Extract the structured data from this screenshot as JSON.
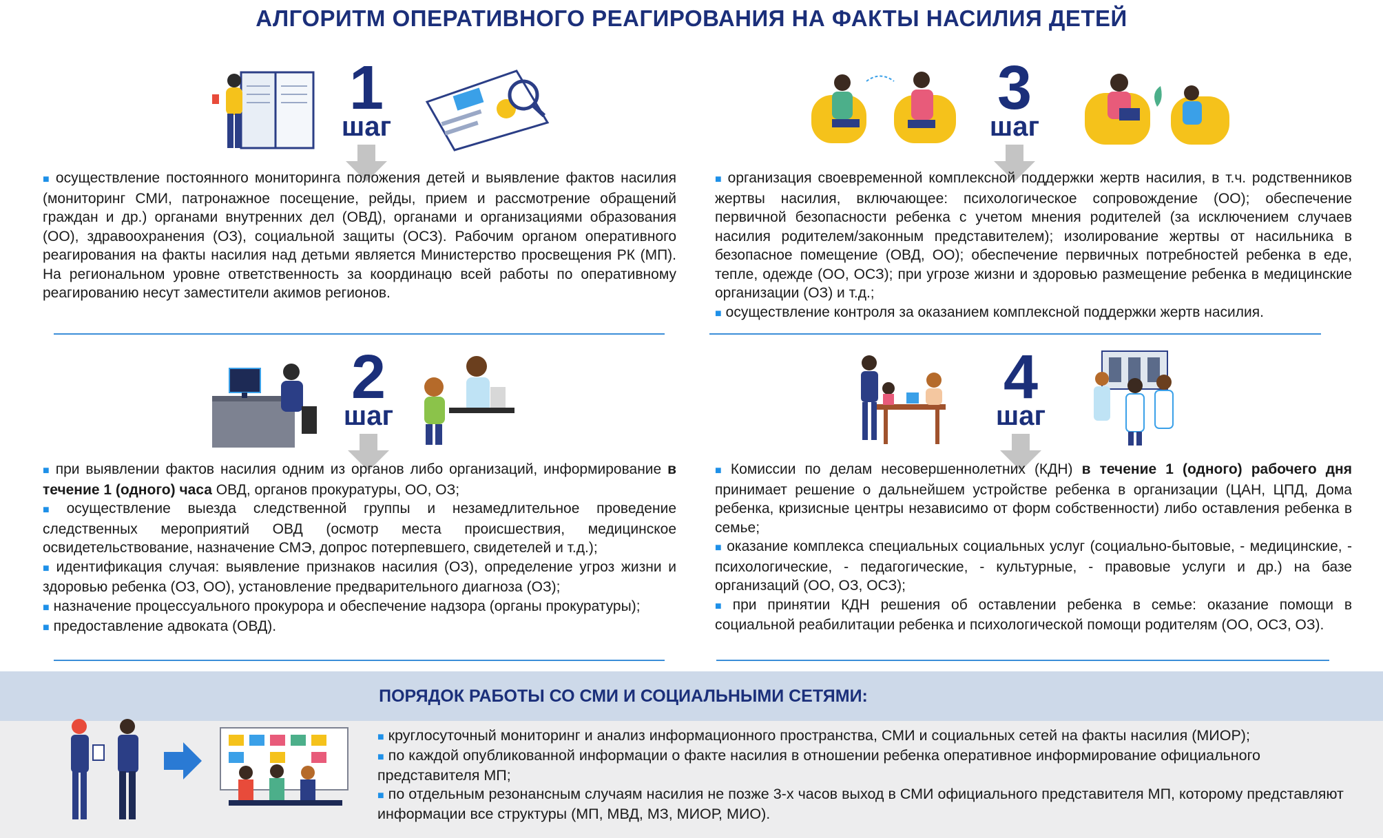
{
  "title": "АЛГОРИТМ ОПЕРАТИВНОГО РЕАГИРОВАНИЯ НА ФАКТЫ НАСИЛИЯ ДЕТЕЙ",
  "step_word": "шаг",
  "steps": [
    {
      "num": "1",
      "items": [
        "осуществление постоянного мониторинга положения детей и выявление фактов насилия (мониторинг СМИ, патронажное посещение, рейды, прием и рассмотрение обращений граждан и др.) органами внутренних дел (ОВД), органами и организациями образования (ОО), здравоохранения (ОЗ), социальной защиты (ОСЗ). Рабочим органом оперативного реагирования на факты насилия над детьми является Министерство просвещения РК (МП). На региональном уровне ответственность за координацю всей работы по оперативному реагированию несут заместители акимов регионов."
      ]
    },
    {
      "num": "2",
      "item1_a": "при выявлении фактов насилия одним из органов либо организаций, информирование ",
      "item1_b": "в течение 1 (одного) часа",
      "item1_c": " ОВД, органов прокуратуры, ОО, ОЗ;",
      "items": [
        "осуществление выезда следственной группы и незамедлительное проведение следственных мероприятий ОВД (осмотр места происшествия, медицинское освидетельствование, назначение СМЭ, допрос потерпевшего, свидетелей и т.д.);",
        "идентификация случая: выявление признаков насилия (ОЗ), определение угроз жизни и здоровью ребенка (ОЗ, ОО), установление предварительного диагноза (ОЗ);",
        "назначение процессуального прокурора и обеспечение надзора (органы прокуратуры);",
        "предоставление адвоката (ОВД)."
      ]
    },
    {
      "num": "3",
      "items": [
        "организация своевременной комплексной поддержки жертв насилия, в т.ч. родственников жертвы насилия, включающее: психологическое сопровождение (ОО); обеспечение первичной безопасности ребенка с учетом мнения родителей (за исключением случаев насилия родителем/законным представителем); изолирование жертвы от насильника в безопасное помещение (ОВД, ОО); обеспечение первичных потребностей ребенка в еде, тепле, одежде (ОО, ОСЗ); при угрозе жизни и здоровью размещение ребенка в медицинские организации (ОЗ) и т.д.;",
        "осуществление контроля за оказанием комплексной поддержки жертв насилия."
      ]
    },
    {
      "num": "4",
      "item1_a": "Комиссии по делам несовершеннолетних (КДН) ",
      "item1_b": "в течение 1 (одного) рабочего дня",
      "item1_c": " принимает решение о дальнейшем устройстве ребенка в организации (ЦАН, ЦПД, Дома ребенка, кризисные центры независимо от форм собственности) либо оставления ребенка в семье;",
      "items": [
        "оказание комплекса специальных социальных услуг (социально-бытовые, - медицинские, - психологические, - педагогические, - культурные, - правовые услуги и др.) на базе организаций (ОО, ОЗ, ОСЗ);",
        "при принятии КДН решения об оставлении ребенка в семье: оказание помощи в социальной реабилитации ребенка и психологической помощи родителям (ОО, ОСЗ, ОЗ)."
      ]
    }
  ],
  "media": {
    "title": "ПОРЯДОК РАБОТЫ СО СМИ И СОЦИАЛЬНЫМИ СЕТЯМИ:",
    "items": [
      "круглосуточный мониторинг и анализ информационного пространства, СМИ и социальных сетей на факты насилия (МИОР);",
      "по каждой опубликованной информации о факте насилия в отношении ребенка оперативное информирование официального представителя МП;",
      "по отдельным резонансным случаям насилия не позже 3-х часов выход в СМИ официального представителя МП, которому представляют информации все структуры (МП, МВД, МЗ, МИОР, МИО)."
    ]
  },
  "colors": {
    "heading": "#1b2f7a",
    "bullet": "#1e90e8",
    "separator": "#3b8ed8",
    "band": "#cdd9e9"
  }
}
